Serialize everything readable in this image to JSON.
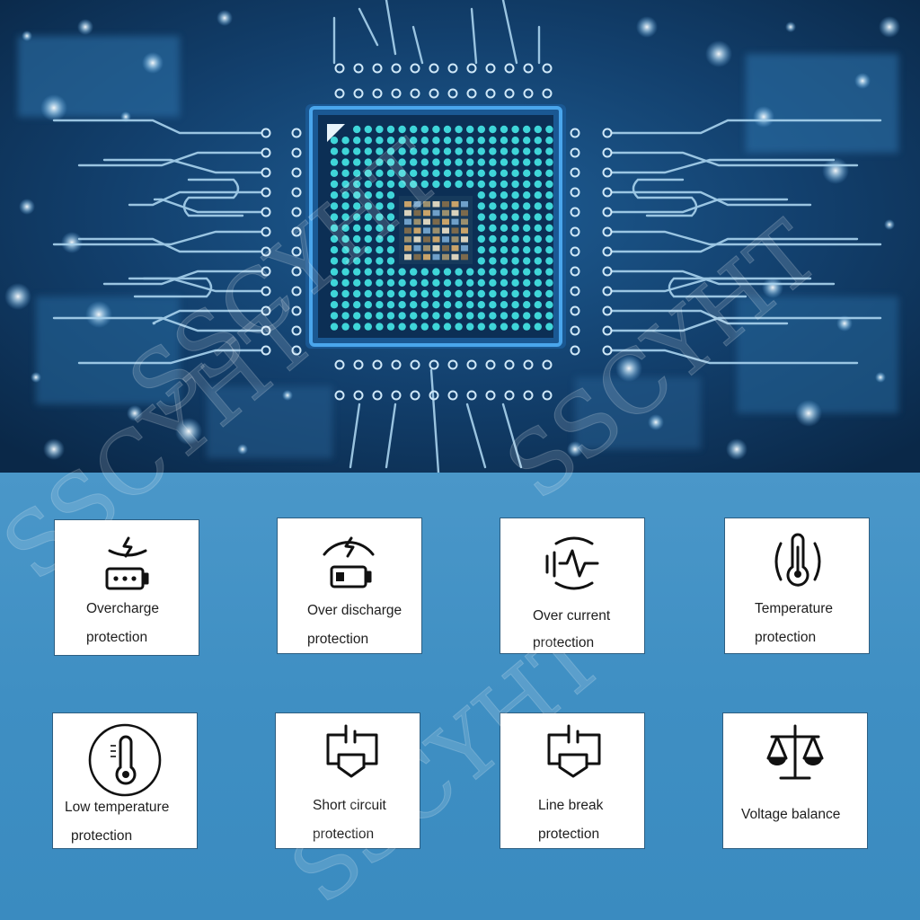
{
  "hero": {
    "description_icon": "microchip-circuit-board",
    "colors": {
      "board": "#0a2a4a",
      "trace": "#a9d3ee",
      "chip_dot": "#3fd6d9",
      "chip_frame": "#2b7fc8"
    }
  },
  "panel": {
    "background": "#3d8ec3"
  },
  "features": [
    {
      "icon": "overcharge-icon",
      "line1": "Overcharge",
      "line2": "protection"
    },
    {
      "icon": "over-discharge-icon",
      "line1": "Over discharge",
      "line2": "protection"
    },
    {
      "icon": "over-current-icon",
      "line1": "Over current",
      "line2": "protection"
    },
    {
      "icon": "temperature-icon",
      "line1": "Temperature",
      "line2": "protection"
    },
    {
      "icon": "low-temperature-icon",
      "line1": "Low temperature",
      "line2": "protection"
    },
    {
      "icon": "short-circuit-icon",
      "line1": "Short circuit",
      "line2": "protection"
    },
    {
      "icon": "line-break-icon",
      "line1": "Line break",
      "line2": "protection"
    },
    {
      "icon": "voltage-balance-icon",
      "line1": "Voltage balance",
      "line2": ""
    }
  ],
  "watermark": "SSCYHT"
}
